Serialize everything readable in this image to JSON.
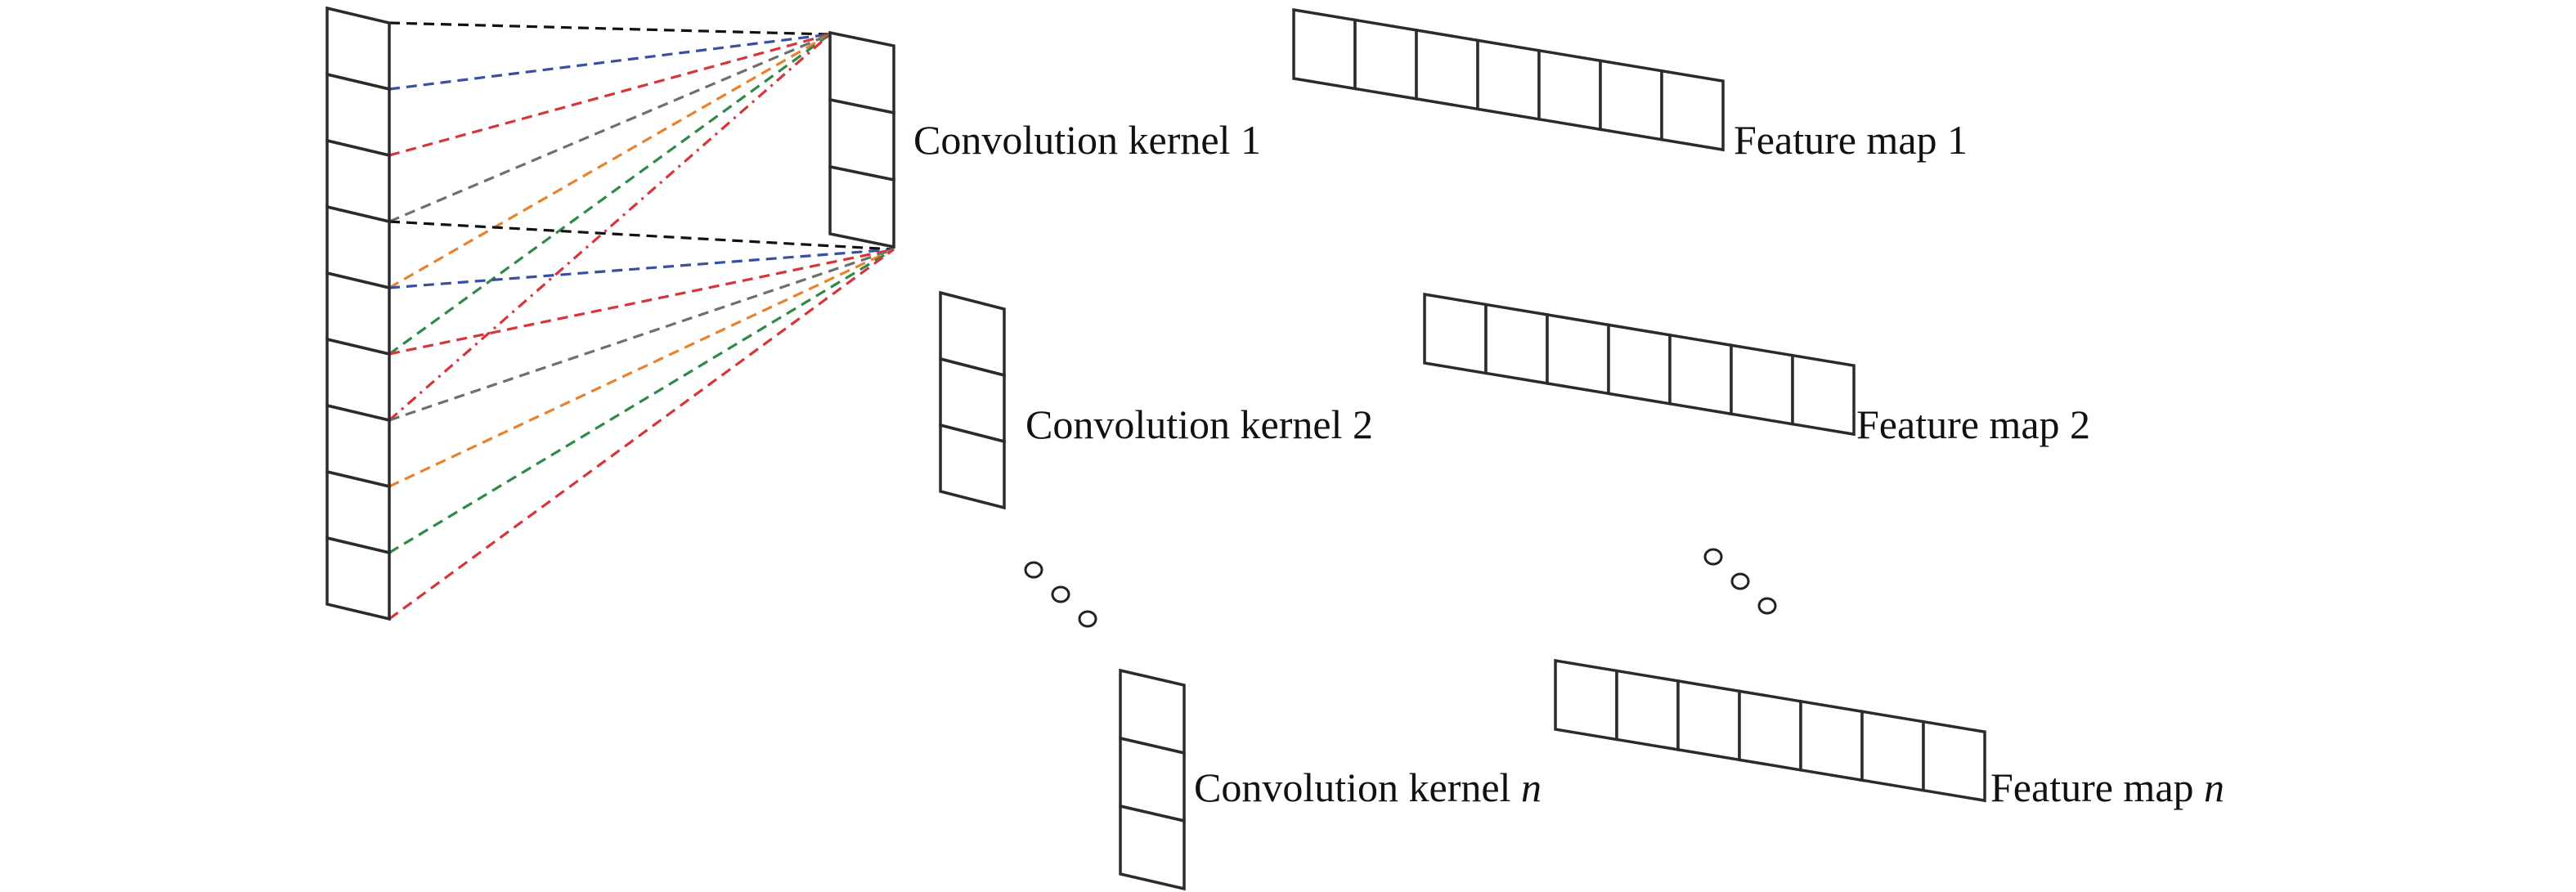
{
  "kernels": [
    {
      "label": "Convolution kernel 1",
      "label_italic": ""
    },
    {
      "label": "Convolution kernel 2",
      "label_italic": ""
    },
    {
      "label": "Convolution kernel ",
      "label_italic": "n"
    }
  ],
  "feature_maps": [
    {
      "label": "Feature map 1",
      "label_italic": ""
    },
    {
      "label": "Feature map 2",
      "label_italic": ""
    },
    {
      "label": "Feature map ",
      "label_italic": "n"
    }
  ],
  "input_cells": 9,
  "kernel_cells": 3,
  "feature_map_cells": 7,
  "colors": {
    "outline": "#2b2b2b",
    "black": "#111111",
    "blue": "#3a4fa3",
    "red": "#d6363a",
    "gray": "#6f6f6f",
    "orange": "#e8822c",
    "green": "#2f8a4a"
  }
}
